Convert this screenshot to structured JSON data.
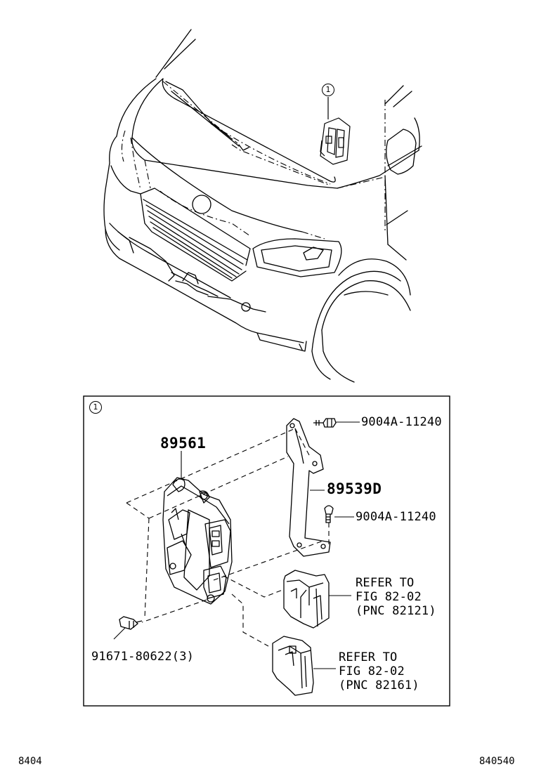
{
  "callout": {
    "marker": "1"
  },
  "parts": {
    "ecu": "89561",
    "bracket": "89539D",
    "bolt_top": "9004A-11240",
    "bolt_mid": "9004A-11240",
    "screw_bottom": "91671-80622(3)"
  },
  "refs": [
    {
      "line1": "REFER TO",
      "line2": "FIG 82-02",
      "line3": "(PNC 82121)"
    },
    {
      "line1": "REFER TO",
      "line2": "FIG 82-02",
      "line3": "(PNC 82161)"
    }
  ],
  "footer": {
    "left": "8404",
    "right": "840540"
  }
}
